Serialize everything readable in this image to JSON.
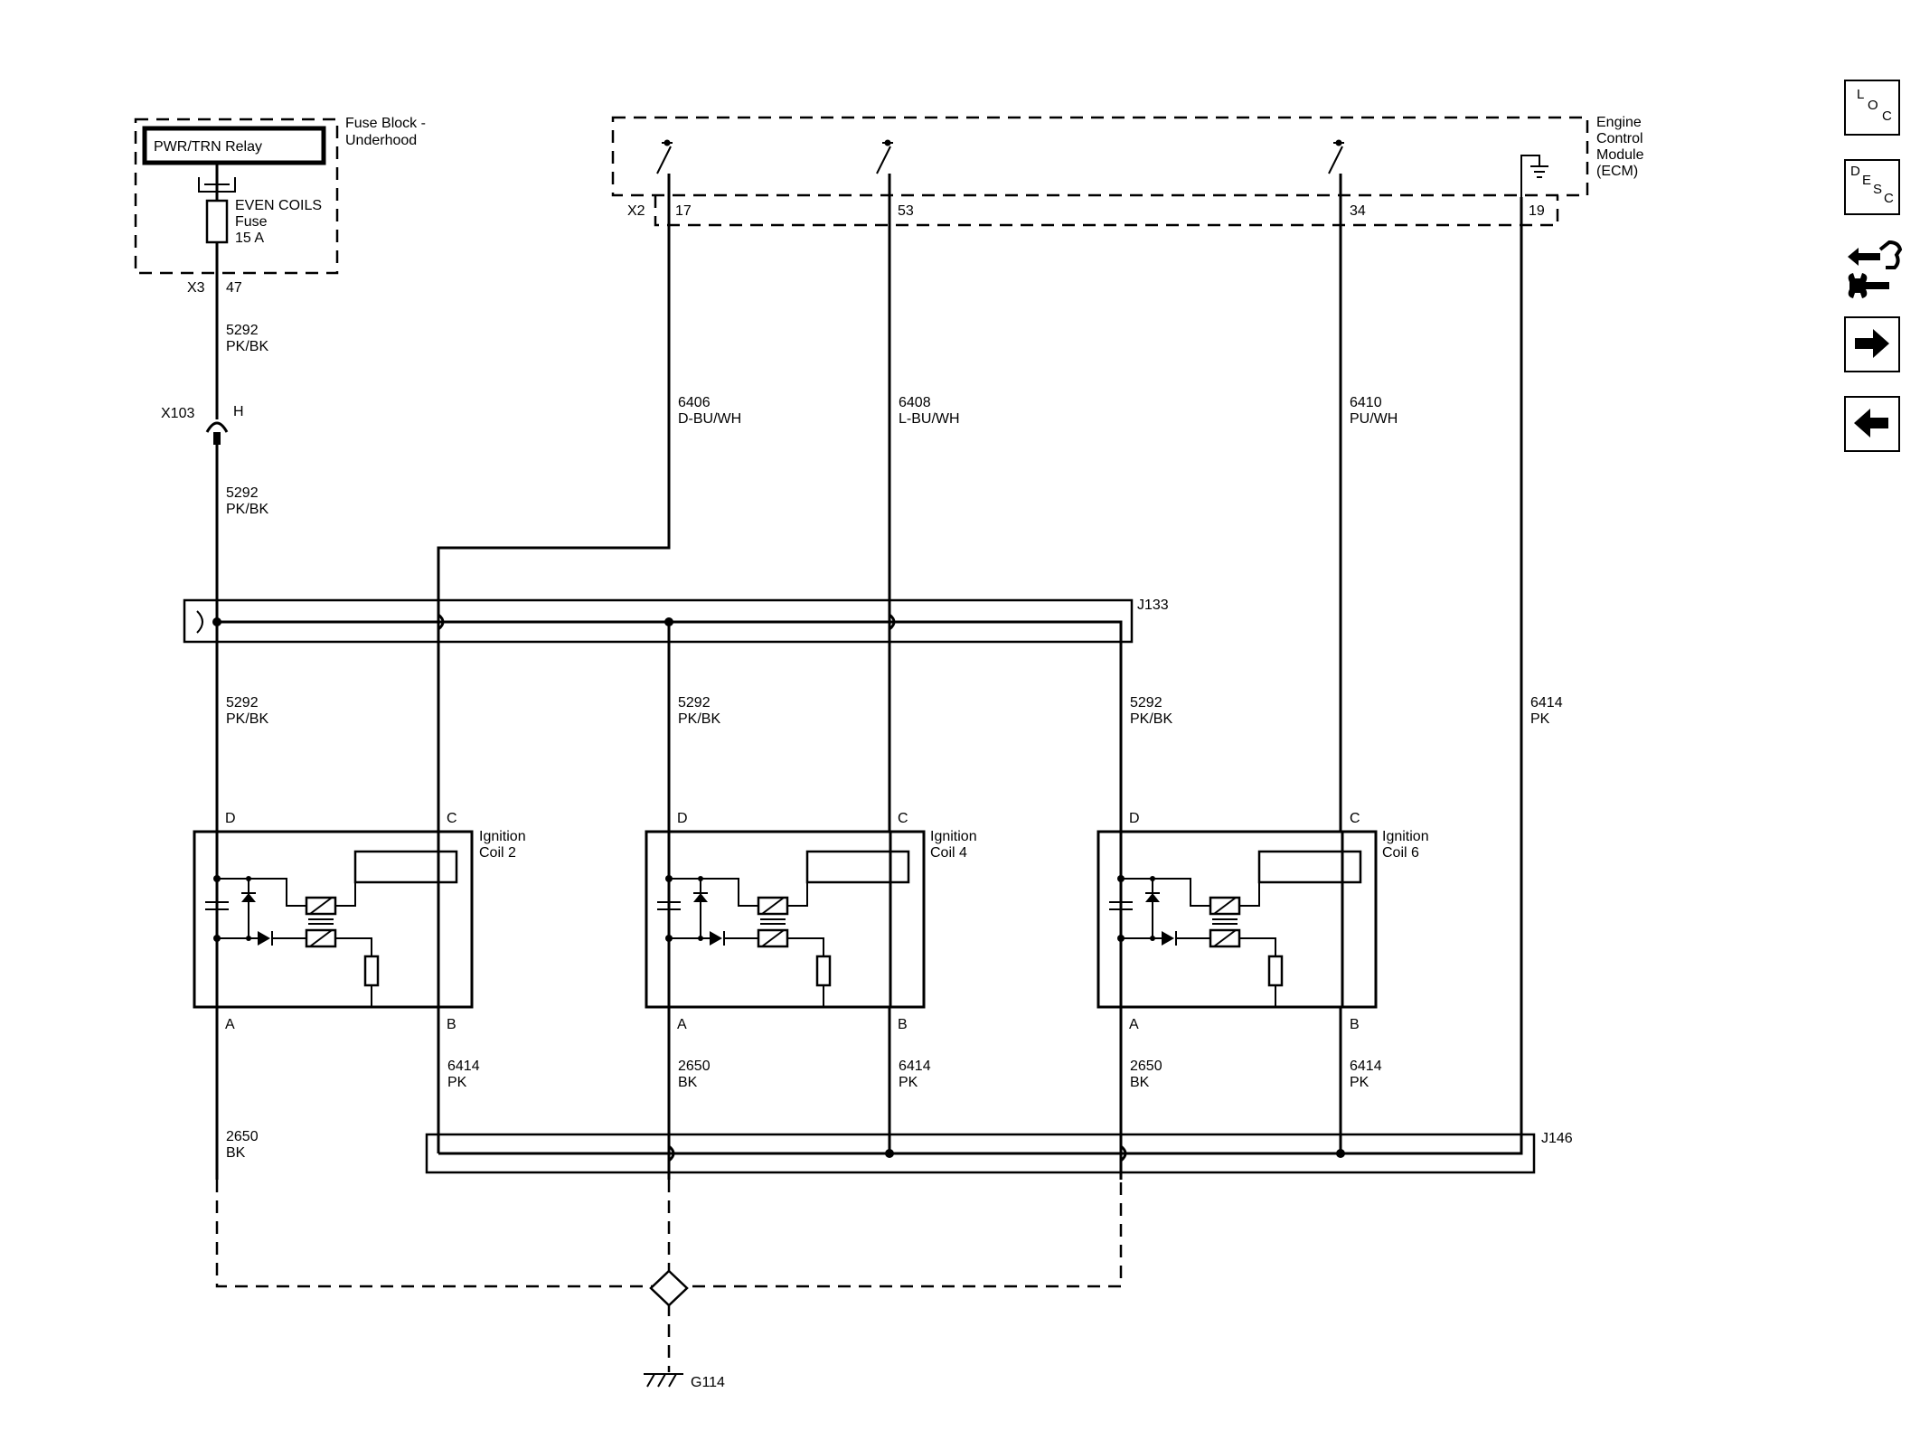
{
  "modules": {
    "fuse_block": {
      "title": "Fuse Block -",
      "title2": "Underhood",
      "relay": "PWR/TRN Relay",
      "fuse_name": "EVEN COILS",
      "fuse_word": "Fuse",
      "fuse_rating": "15 A",
      "connector": "X3",
      "pin": "47"
    },
    "ecm": {
      "line1": "Engine",
      "line2": "Control",
      "line3": "Module",
      "line4": "(ECM)",
      "connector": "X2",
      "pins": [
        "17",
        "53",
        "34",
        "19"
      ]
    }
  },
  "wires": {
    "w5292_num": "5292",
    "w5292_color": "PK/BK",
    "w6406_num": "6406",
    "w6406_color": "D-BU/WH",
    "w6408_num": "6408",
    "w6408_color": "L-BU/WH",
    "w6410_num": "6410",
    "w6410_color": "PU/WH",
    "w6414_num": "6414",
    "w6414_color": "PK",
    "w2650_num": "2650",
    "w2650_color": "BK"
  },
  "inline_connector": {
    "name": "X103",
    "pin": "H"
  },
  "splices": {
    "j133": "J133",
    "j146": "J146"
  },
  "ground": "G114",
  "coils": [
    {
      "line1": "Ignition",
      "line2": "Coil 2",
      "pin_d": "D",
      "pin_c": "C",
      "pin_a": "A",
      "pin_b": "B"
    },
    {
      "line1": "Ignition",
      "line2": "Coil 4",
      "pin_d": "D",
      "pin_c": "C",
      "pin_a": "A",
      "pin_b": "B"
    },
    {
      "line1": "Ignition",
      "line2": "Coil 6",
      "pin_d": "D",
      "pin_c": "C",
      "pin_a": "A",
      "pin_b": "B"
    }
  ],
  "nav": {
    "loc": {
      "l": "L",
      "o": "O",
      "c": "C"
    },
    "desc": {
      "d": "D",
      "e": "E",
      "s": "S",
      "c": "C"
    },
    "icons": [
      "loc-icon",
      "desc-icon",
      "connector-wrench-icon",
      "arrow-right-icon",
      "arrow-left-icon"
    ]
  }
}
